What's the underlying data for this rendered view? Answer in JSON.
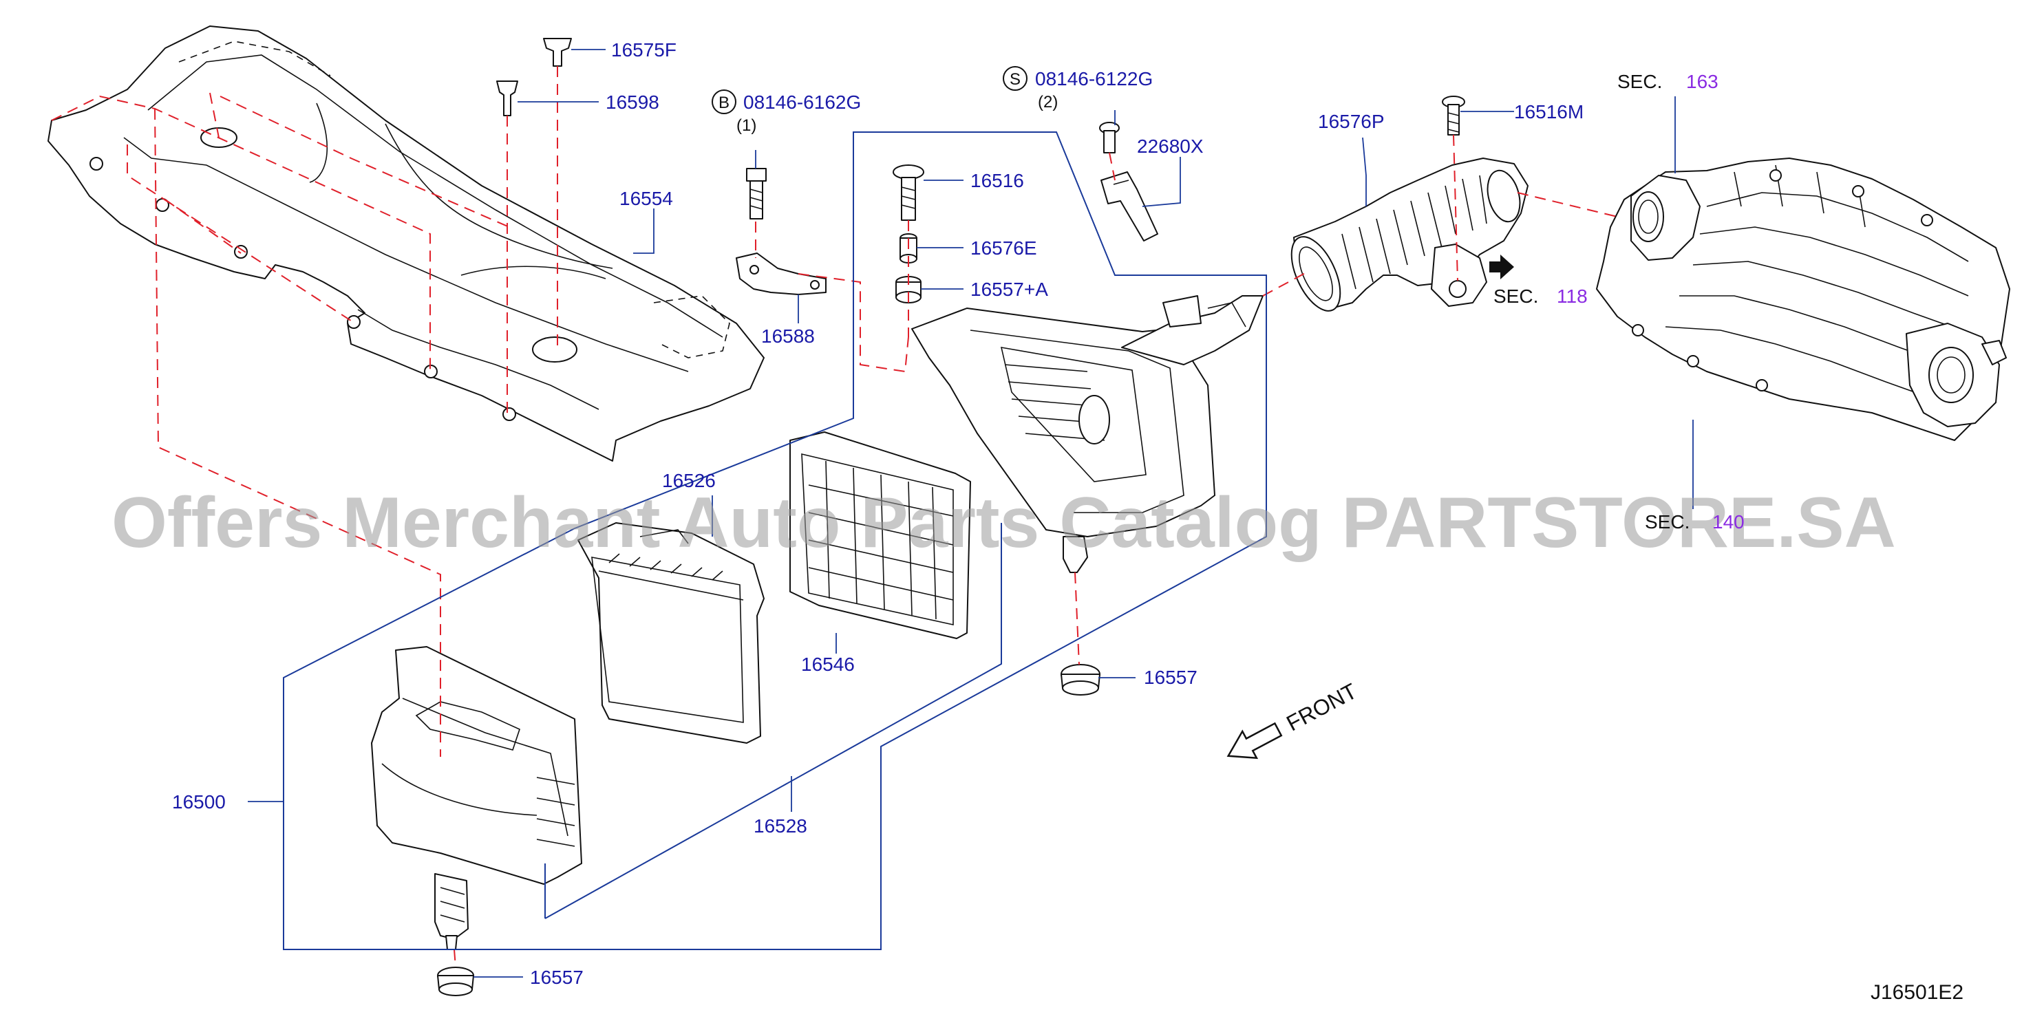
{
  "labels": {
    "p16575F": "16575F",
    "p16598": "16598",
    "p16554": "16554",
    "p08146_6162G": "08146-6162G",
    "p08146_6122G": "08146-6122G",
    "p22680X": "22680X",
    "p16516": "16516",
    "p16576E": "16576E",
    "p16557A": "16557+A",
    "p16588": "16588",
    "p16576P": "16576P",
    "p16516M": "16516M",
    "p16526": "16526",
    "p16546": "16546",
    "p16557_mid": "16557",
    "p16500": "16500",
    "p16528": "16528",
    "p16557_bot": "16557"
  },
  "symbols": {
    "bolt_b": "B",
    "bolt_s": "S"
  },
  "quantities": {
    "qty_b": "(1)",
    "qty_s": "(2)"
  },
  "sections": {
    "sec_word": "SEC.",
    "sec163_num": "163",
    "sec118_num": "118",
    "sec140_num": "140"
  },
  "front": "FRONT",
  "diagram_code": "J16501E2",
  "watermark": "Offers Merchant Auto Parts Catalog PARTSTORE.SA",
  "colors": {
    "part_label": "#1a1aa8",
    "section_number": "#8a2be2",
    "dashed_line": "#e0202a",
    "leader_line": "#1a3a9a"
  }
}
